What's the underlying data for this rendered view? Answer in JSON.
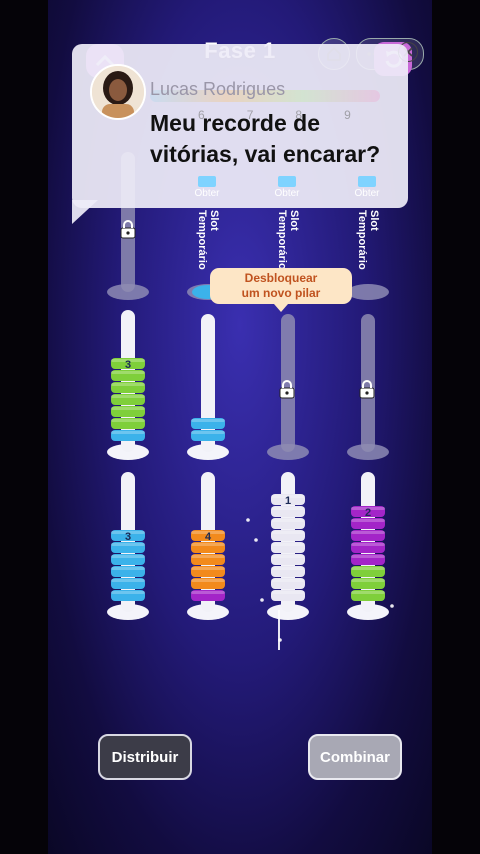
{
  "header": {
    "title": "Fase 1"
  },
  "chat": {
    "name": "Lucas Rodrigues",
    "message": "Meu recorde de vitórias, vai encarar?",
    "partial_level_numbers": [
      "6",
      "7",
      "8",
      "9"
    ]
  },
  "slots": {
    "get_label": "Obter",
    "slot_label": "Slot\nTemporário"
  },
  "tooltip": {
    "line1": "Desbloquear",
    "line2": "um novo pilar"
  },
  "buttons": {
    "distribute": "Distribuir",
    "combine": "Combinar"
  },
  "colors": {
    "blue": "#3bb2ea",
    "green": "#7fcf3a",
    "orange": "#f28a1c",
    "purple": "#a325c8",
    "white": "#e9e7f2"
  },
  "stacks": [
    {
      "label": "3",
      "rings": [
        "blue",
        "green",
        "green",
        "green",
        "green",
        "green",
        "green"
      ]
    },
    {
      "label": "",
      "rings": [
        "blue",
        "blue"
      ]
    },
    {
      "label": "3",
      "rings": [
        "blue",
        "blue",
        "blue",
        "blue",
        "blue",
        "blue"
      ]
    },
    {
      "label": "4",
      "rings": [
        "purple",
        "orange",
        "orange",
        "orange",
        "orange",
        "orange"
      ]
    },
    {
      "label": "1",
      "rings": [
        "white",
        "white",
        "white",
        "white",
        "white",
        "white",
        "white",
        "white",
        "white"
      ]
    },
    {
      "label": "2",
      "rings": [
        "green",
        "green",
        "green",
        "purple",
        "purple",
        "purple",
        "purple",
        "purple"
      ]
    }
  ]
}
